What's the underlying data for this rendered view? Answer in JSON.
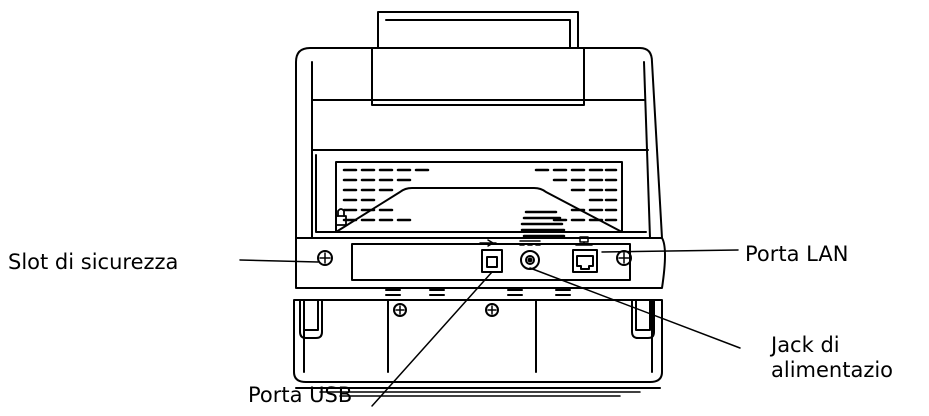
{
  "labels": {
    "security_slot": "Slot di sicurezza",
    "lan_port": "Porta LAN",
    "power_jack_line1": "Jack di",
    "power_jack_line2": "alimentazio",
    "usb_port": "Porta USB"
  },
  "colors": {
    "line": "#000000",
    "background": "#ffffff",
    "device_fill": "#ffffff"
  },
  "icons": [
    "lock-icon",
    "usb-symbol-icon",
    "dc-symbol-icon",
    "network-symbol-icon"
  ]
}
